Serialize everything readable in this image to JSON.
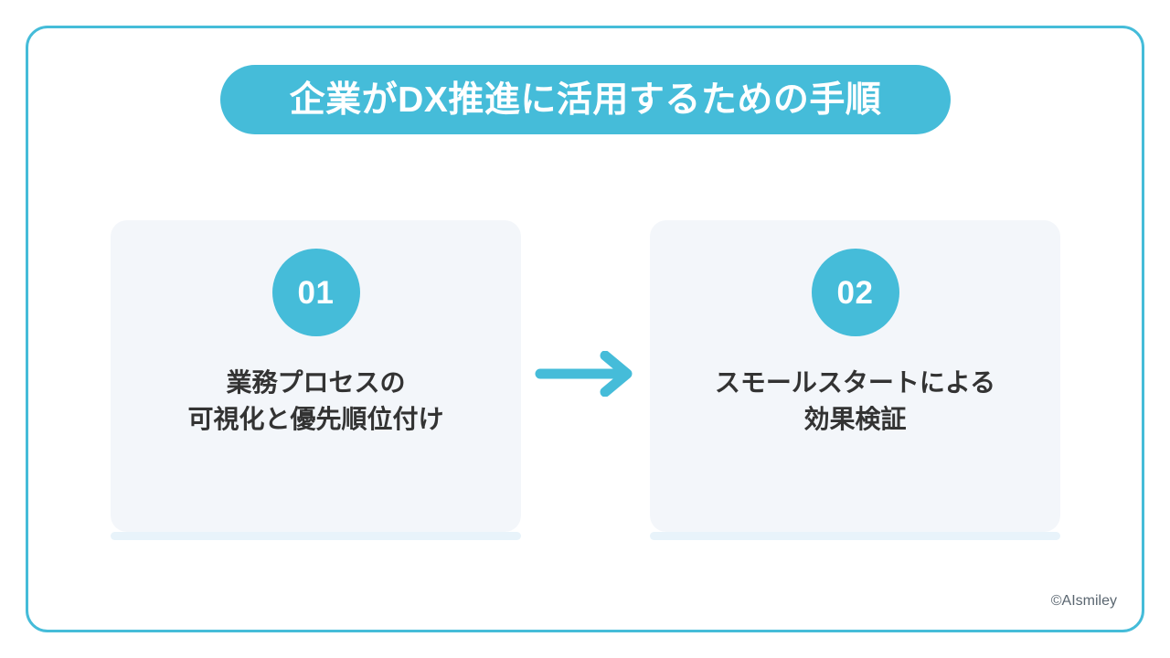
{
  "slide": {
    "title": "企業がDX推進に活用するための手順",
    "copyright": "©AIsmiley",
    "colors": {
      "accent": "#45bcd9",
      "card_background": "#f3f6fa",
      "card_underbar": "#e8f3fa",
      "title_text": "#ffffff",
      "body_text": "#333333",
      "copyright_text": "#5a6670",
      "page_background": "#ffffff"
    }
  },
  "steps": [
    {
      "number": "01",
      "label": "業務プロセスの\n可視化と優先順位付け"
    },
    {
      "number": "02",
      "label": "スモールスタートによる\n効果検証"
    }
  ],
  "connector": {
    "icon": "arrow-right-icon",
    "color": "#45bcd9"
  }
}
